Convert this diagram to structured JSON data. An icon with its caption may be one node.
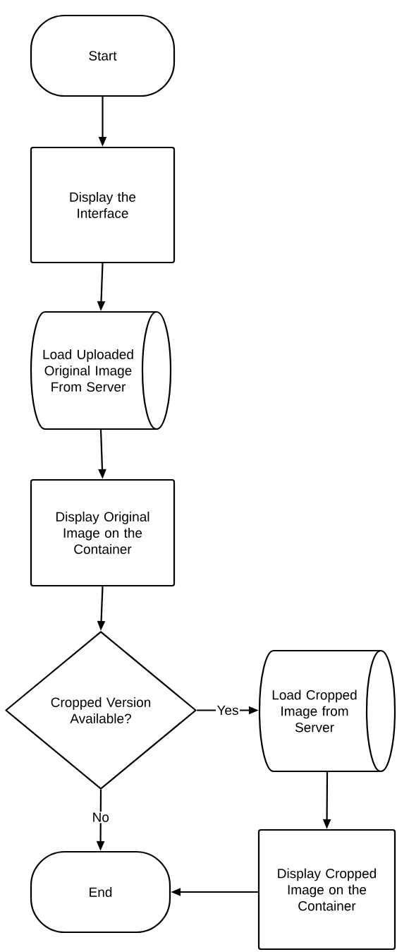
{
  "diagram": {
    "nodes": [
      {
        "text": [
          "Start"
        ]
      },
      {
        "text": [
          "Display the Interface"
        ]
      },
      {
        "text": [
          "Load Uploaded Original Image From Server"
        ]
      },
      {
        "text": [
          "Display Original Image on the Container"
        ]
      },
      {
        "text": [
          "Cropped Version Available?"
        ]
      },
      {
        "text": [
          "Load Cropped Image from Server"
        ]
      },
      {
        "text": [
          "End"
        ]
      },
      {
        "text": [
          "Display Cropped Image on the Container"
        ]
      }
    ],
    "edges": [
      {
        "from": 0,
        "to": 1,
        "arrow": "to"
      },
      {
        "from": 1,
        "to": 2,
        "arrow": "to"
      },
      {
        "from": 2,
        "to": 3,
        "arrow": "to"
      },
      {
        "from": 3,
        "to": 4,
        "arrow": "to"
      },
      {
        "from": 4,
        "to": 5,
        "arrow": "to",
        "label": "Yes"
      },
      {
        "from": 4,
        "to": 6,
        "arrow": "to",
        "label": "No"
      },
      {
        "from": 5,
        "to": 7,
        "arrow": "to"
      },
      {
        "from": 7,
        "to": 6,
        "arrow": "to"
      }
    ]
  }
}
